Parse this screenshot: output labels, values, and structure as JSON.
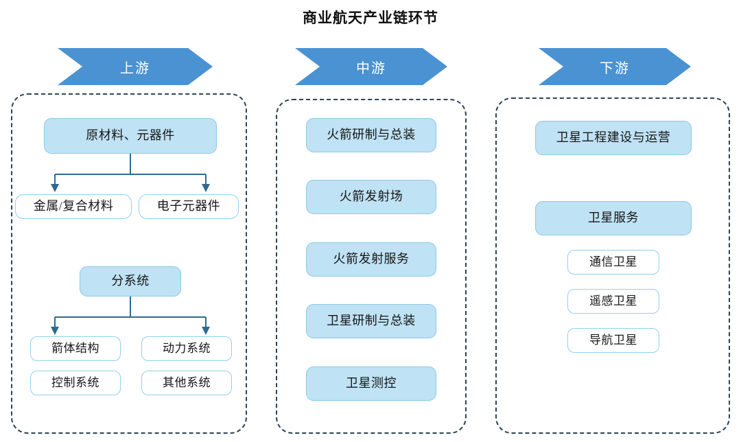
{
  "title": "商业航天产业链环节",
  "stages": [
    {
      "id": "upstream",
      "banner": "上游",
      "groups": [
        {
          "parent": "原材料、元器件",
          "children": [
            "金属/复合材料",
            "电子元器件"
          ]
        },
        {
          "parent": "分系统",
          "children": [
            "箭体结构",
            "动力系统",
            "控制系统",
            "其他系统"
          ]
        }
      ]
    },
    {
      "id": "midstream",
      "banner": "中游",
      "items": [
        "火箭研制与总装",
        "火箭发射场",
        "火箭发射服务",
        "卫星研制与总装",
        "卫星测控"
      ]
    },
    {
      "id": "downstream",
      "banner": "下游",
      "items": [
        "卫星工程建设与运营",
        "卫星服务"
      ],
      "sub_items": [
        "通信卫星",
        "遥感卫星",
        "导航卫星"
      ]
    }
  ],
  "colors": {
    "banner_fill": "#4a92d2",
    "banner_text": "#ffffff",
    "node_fill": "#bfe2f4",
    "node_fill_border": "#8cc9e6",
    "node_outline_border": "#8fd0ef",
    "node_outline_fill": "#ffffff",
    "container_dash": "#2b4254",
    "connector": "#2e6a8e",
    "text": "#161616"
  }
}
